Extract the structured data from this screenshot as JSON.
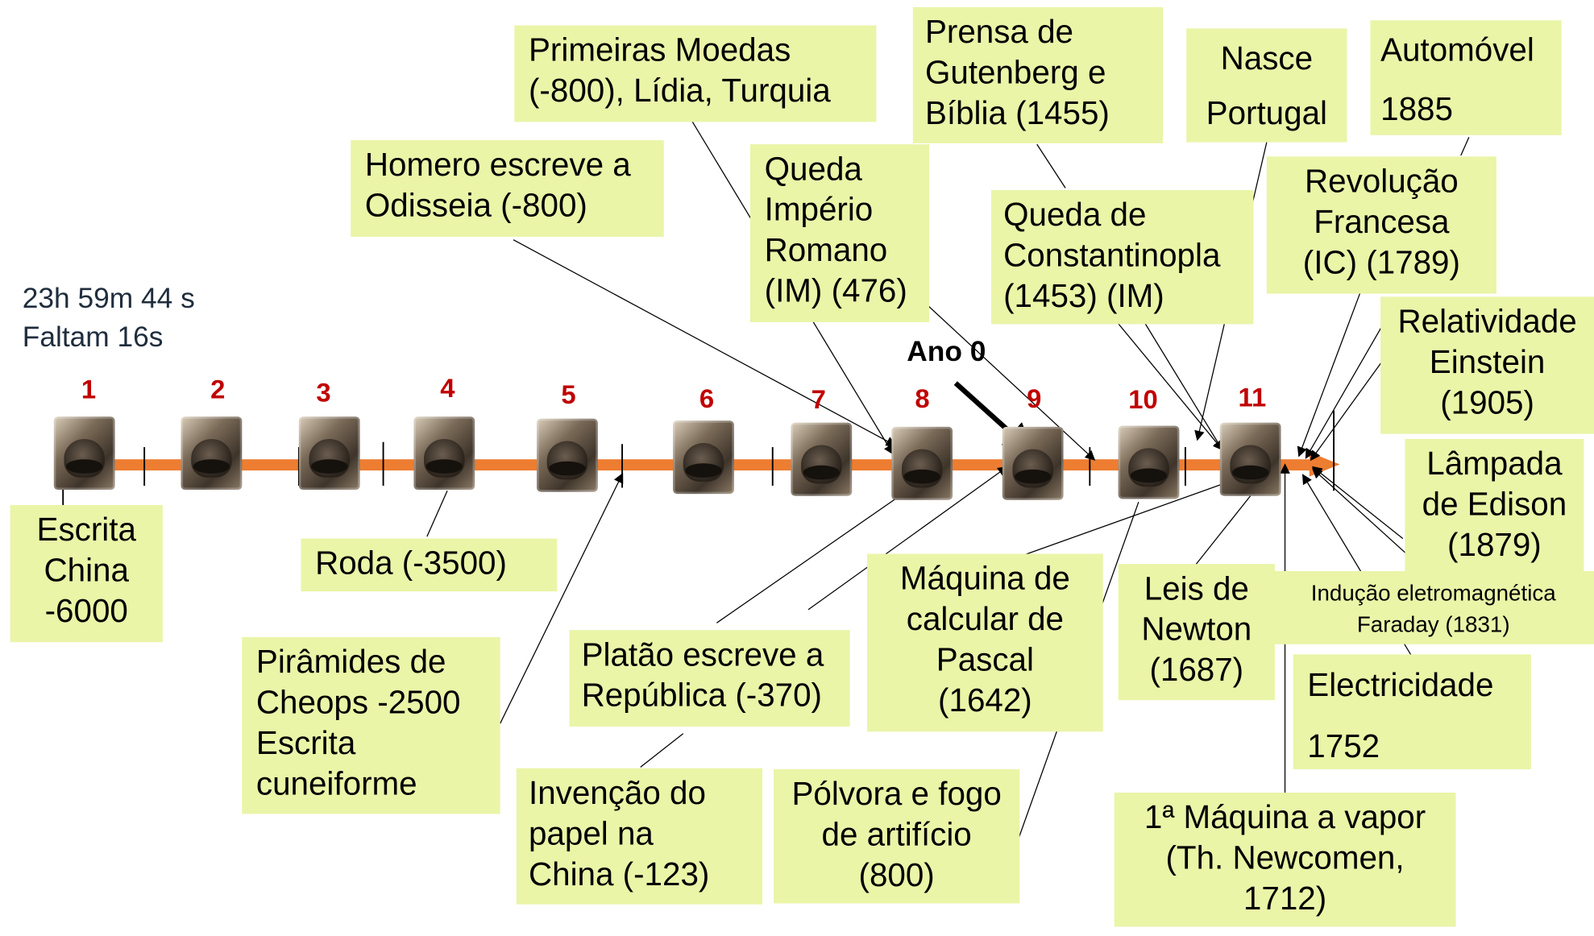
{
  "clock": {
    "line1": "23h 59m 44 s",
    "line2": "Faltam 16s"
  },
  "hours": [
    "1",
    "2",
    "3",
    "4",
    "5",
    "6",
    "7",
    "8",
    "9",
    "10",
    "11"
  ],
  "ano_zero": "Ano 0",
  "events": {
    "escrita_china": "Escrita\nChina\n-6000",
    "roda": "Roda (-3500)",
    "piramides": "Pirâmides de\nCheops  -2500\nEscrita\ncuneiforme",
    "homero": "Homero escreve a\nOdisseia (-800)",
    "moedas": "Primeiras Moedas\n(-800), Lídia, Turquia",
    "queda_roma": "Queda\nImpério\nRomano\n(IM) (476)",
    "gutenberg": "Prensa de\nGutenberg e\nBíblia (1455)",
    "constantinopla": "Queda de\nConstantinopla\n(1453) (IM)",
    "portugal": "Nasce\nPortugal",
    "automovel": "Automóvel\n1885",
    "revolucao": "Revolução\nFrancesa\n(IC) (1789)",
    "relatividade": "Relatividade\nEinstein\n(1905)",
    "lampada": "Lâmpada\nde Edison\n(1879)",
    "faraday": "Indução eletromagnética\nFaraday (1831)",
    "electricidade": "Electricidade\n1752",
    "newcomen": "1ª Máquina a vapor\n(Th. Newcomen,\n1712)",
    "newton": "Leis de\nNewton\n(1687)",
    "pascal": "Máquina de\ncalcular de\nPascal\n(1642)",
    "polvora": "Pólvora e fogo\nde artifício\n(800)",
    "platao": "Platão escreve a\nRepública (-370)",
    "papel": "Invenção do\npapel na\nChina (-123)"
  },
  "colors": {
    "timeline": "#ed7d31",
    "hour_number": "#c00000",
    "box_fill": "#eaf5a8"
  }
}
